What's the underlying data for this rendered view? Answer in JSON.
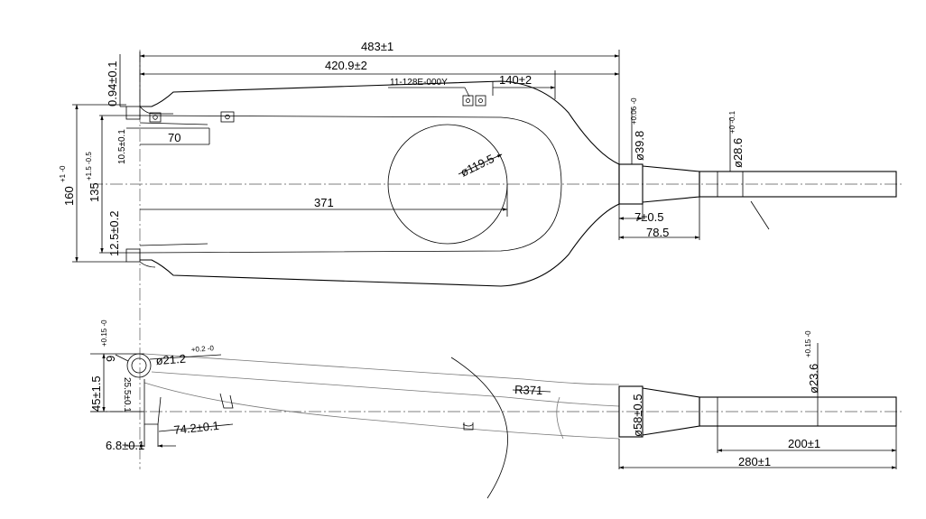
{
  "top_view": {
    "dims": {
      "overall_length": "483±1",
      "crown_to_steerer": "420.9±2",
      "part_number": "11-128E-000Y",
      "label_140": "140±2",
      "dropout_thickness": "0.94±0.1",
      "slot_10": "10.5±0.1",
      "label_70": "70",
      "width_160": "160",
      "width_160_tol": "+1 -0",
      "width_135": "135",
      "width_135_tol": "+1.5 -0.5",
      "inner_125": "12.5±0.2",
      "circle_dia": "ø119.5",
      "label_371": "371",
      "crown_dia": "ø39.8",
      "crown_dia_tol": "+0.06 -0",
      "steer_dia": "ø28.6",
      "steer_dia_tol": "+0 -0.1",
      "label_7": "7±0.5",
      "label_78": "78.5"
    }
  },
  "side_view": {
    "dims": {
      "axle_9": "9",
      "axle_9_tol": "+0.15 -0",
      "axle_dia": "ø21.2",
      "axle_dia_tol": "+0.2 -0",
      "offset_45": "45±1.5",
      "dropout_angle": "25.5±0.1",
      "dropout_width": "6.8±0.1",
      "label_74": "74.2±0.1",
      "radius": "R371",
      "crown_58": "ø58±0.5",
      "steer_low_dia": "ø23.6",
      "steer_low_tol": "+0.15 -0",
      "steer_len": "200±1",
      "total_len": "280±1"
    }
  }
}
